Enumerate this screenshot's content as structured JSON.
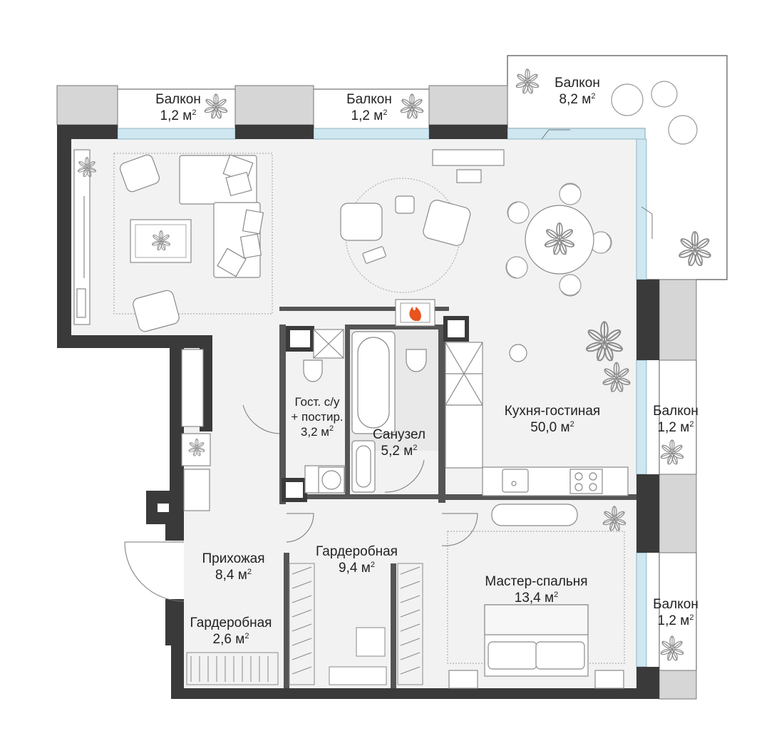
{
  "colors": {
    "wall": "#3a3a3a",
    "floor": "#f2f2f2",
    "balcony_floor": "#ffffff",
    "glass": "#cfe7f0",
    "outline": "#555555",
    "furniture": "#9a9a9a",
    "fire": "#e8531e"
  },
  "icons": [
    "fireplace-icon",
    "plant-icon",
    "sofa-icon",
    "bed-icon",
    "bathtub-icon",
    "toilet-icon",
    "stove-icon",
    "sink-icon",
    "washing-machine-icon",
    "dining-table-icon"
  ],
  "area_unit_sup": "2",
  "rooms": [
    {
      "id": "balcony-top-left",
      "name": "Балкон",
      "area": "1,2 м"
    },
    {
      "id": "balcony-top-middle",
      "name": "Балкон",
      "area": "1,2 м"
    },
    {
      "id": "balcony-corner",
      "name": "Балкон",
      "area": "8,2 м"
    },
    {
      "id": "balcony-right-upper",
      "name": "Балкон",
      "area": "1,2 м"
    },
    {
      "id": "balcony-right-lower",
      "name": "Балкон",
      "area": "1,2 м"
    },
    {
      "id": "kitchen-living",
      "name": "Кухня-гостиная",
      "area": "50,0 м"
    },
    {
      "id": "guest-wc",
      "name": "Гост. с/у",
      "name2": "+ постир.",
      "area": "3,2 м"
    },
    {
      "id": "bathroom",
      "name": "Санузел",
      "area": "5,2 м"
    },
    {
      "id": "hallway",
      "name": "Прихожая",
      "area": "8,4 м"
    },
    {
      "id": "wardrobe-main",
      "name": "Гардеробная",
      "area": "9,4 м"
    },
    {
      "id": "master-bedroom",
      "name": "Мастер-спальня",
      "area": "13,4 м"
    },
    {
      "id": "wardrobe-small",
      "name": "Гардеробная",
      "area": "2,6 м"
    }
  ]
}
